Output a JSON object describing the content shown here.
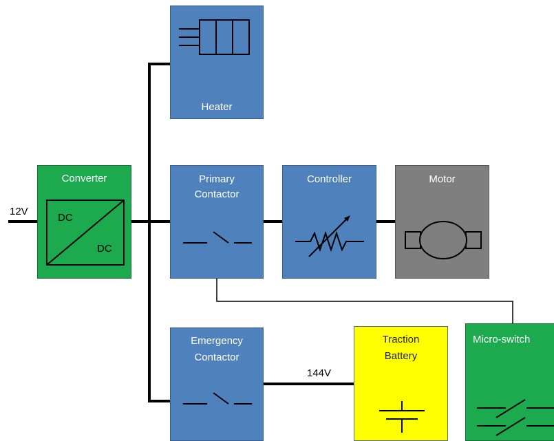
{
  "input_voltage": "12V",
  "link_voltage": "144V",
  "blocks": {
    "converter": {
      "title": "Converter",
      "dc_top": "DC",
      "dc_bottom": "DC"
    },
    "heater": {
      "title": "Heater"
    },
    "primary_contactor": {
      "title_line1": "Primary",
      "title_line2": "Contactor"
    },
    "controller": {
      "title": "Controller"
    },
    "motor": {
      "title": "Motor"
    },
    "emergency_contactor": {
      "title_line1": "Emergency",
      "title_line2": "Contactor"
    },
    "traction_battery": {
      "title_line1": "Traction",
      "title_line2": "Battery"
    },
    "micro_switch": {
      "title": "Micro-switch"
    }
  },
  "colors": {
    "blue_block": "#4f81bd",
    "green_block": "#1daa4f",
    "gray_block": "#7f7f7f",
    "yellow_block": "#ffff00",
    "wire": "#000000"
  }
}
